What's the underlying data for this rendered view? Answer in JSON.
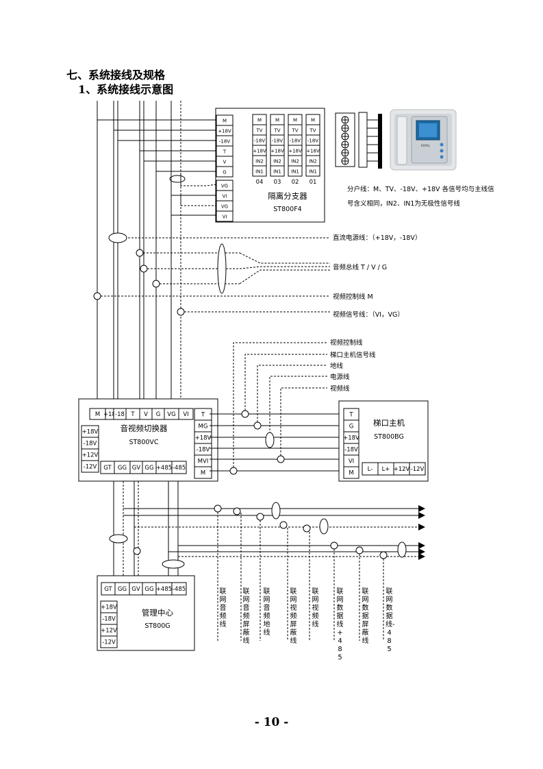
{
  "heading": {
    "section": "七、系统接线及规格",
    "subsection": "1、系统接线示意图"
  },
  "splitter": {
    "name": "隔离分支器",
    "model": "ST800F4",
    "input_terminals": [
      "M",
      "+18V",
      "-18V",
      "T",
      "V",
      "G"
    ],
    "video_terminals": [
      "VG",
      "VI",
      "VG",
      "VI"
    ],
    "branch_terminals": [
      "M",
      "TV",
      "-18V",
      "+18V",
      "IN2",
      "IN1"
    ],
    "branch_numbers": [
      "04",
      "03",
      "02",
      "01"
    ]
  },
  "indoor_note": "分户线：M、TV、-18V、+18V 各信号均与主线信号含义相同，IN2、IN1为无极性信号线",
  "indoor_device_brand": "ROYAL",
  "trunk_labels": {
    "dc_power": "直流电源线：（+18V，-18V）",
    "audio_bus": "音频总线 T / V / G",
    "video_control": "视频控制线 M",
    "video_signal": "视频信号线：（VI，VG）"
  },
  "entrance_labels": [
    "视频控制线",
    "梯口主机信号线",
    "地线",
    "电源线",
    "视频线"
  ],
  "switcher": {
    "name": "音视频切换器",
    "model": "ST800VC",
    "top_terminals": [
      "M",
      "+18",
      "-18",
      "T",
      "V",
      "G",
      "VG",
      "VI"
    ],
    "left_terminals": [
      "+18V",
      "-18V",
      "+12V",
      "-12V"
    ],
    "right_terminals": [
      "T",
      "MG",
      "+18V",
      "-18V",
      "MVI",
      "M"
    ],
    "bottom_terminals": [
      "GT",
      "GG",
      "GV",
      "GG",
      "+485",
      "-485"
    ]
  },
  "entrance_unit": {
    "name": "梯口主机",
    "model": "ST800BG",
    "left_terminals": [
      "T",
      "G",
      "+18V",
      "-18V",
      "VI",
      "M"
    ],
    "bottom_terminals": [
      "L-",
      "L+",
      "+12V",
      "-12V"
    ]
  },
  "management_center": {
    "name": "管理中心",
    "model": "ST800G",
    "top_terminals": [
      "GT",
      "GG",
      "GV",
      "GG",
      "+485",
      "-485"
    ],
    "left_terminals": [
      "+18V",
      "-18V",
      "+12V",
      "-12V"
    ]
  },
  "network_labels": [
    "联网音频线",
    "联网音频屏蔽线",
    "联网音频地线",
    "联网视频屏蔽线",
    "联网视频线",
    "联网数据线 +485",
    "联网数据 屏蔽线",
    "联网数据线 -485"
  ],
  "page_number": "- 10 -"
}
